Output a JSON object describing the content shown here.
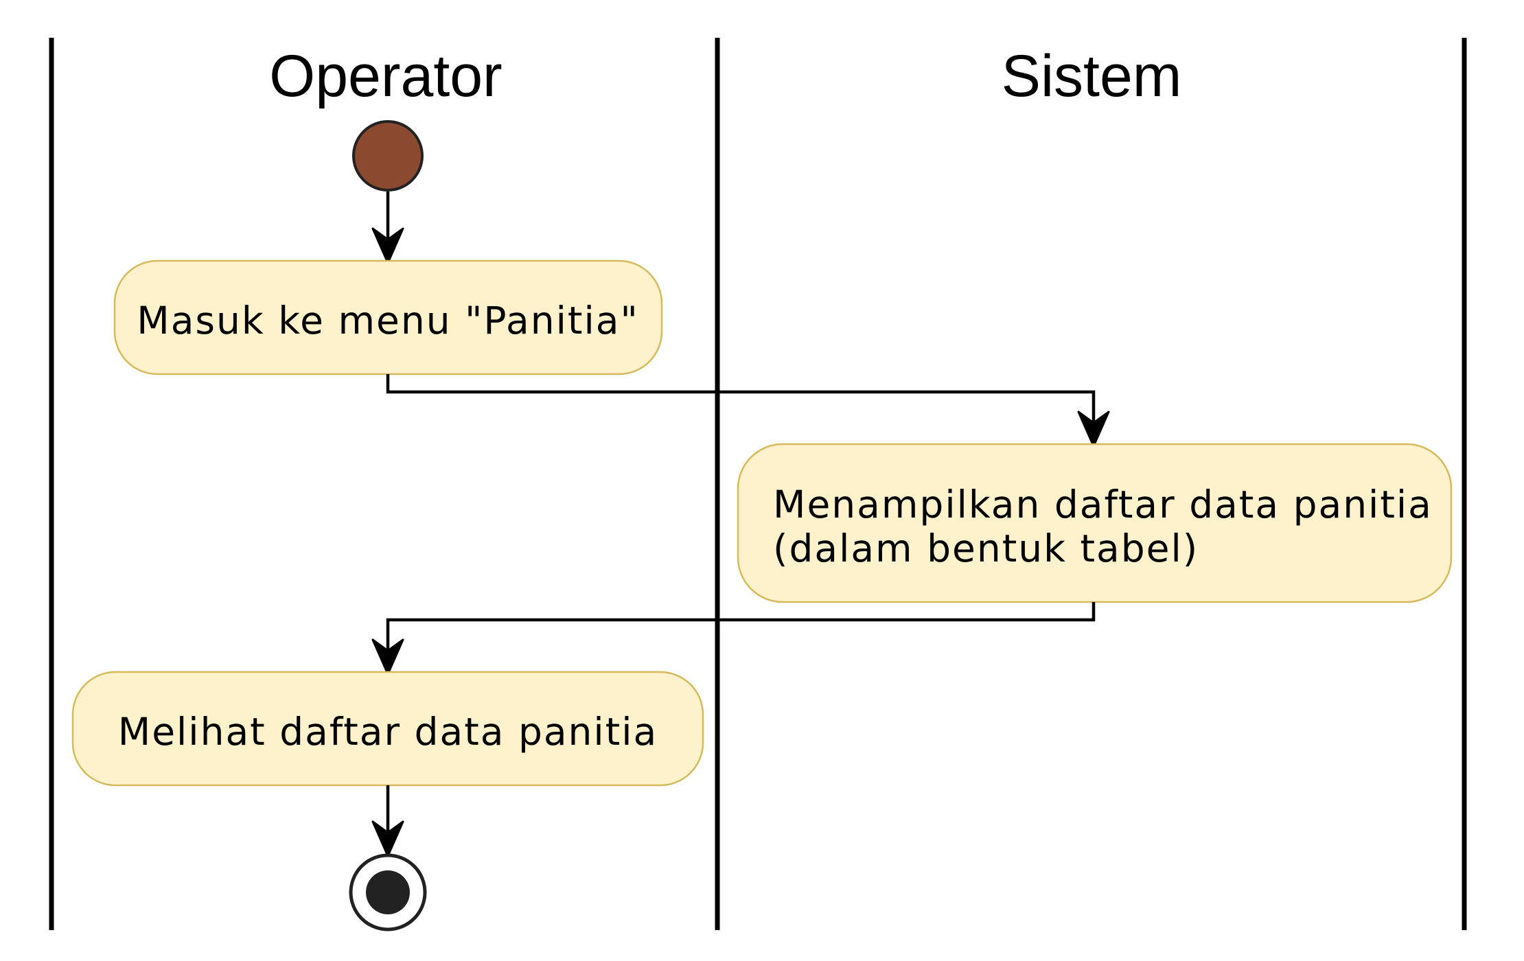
{
  "swimlanes": [
    {
      "id": "operator",
      "title": "Operator"
    },
    {
      "id": "sistem",
      "title": "Sistem"
    }
  ],
  "activities": [
    {
      "id": "masuk",
      "lane": "operator",
      "lines": [
        "Masuk ke menu \"Panitia\""
      ]
    },
    {
      "id": "menampilkan",
      "lane": "sistem",
      "lines": [
        "Menampilkan daftar data panitia",
        "(dalam bentuk tabel)"
      ]
    },
    {
      "id": "melihat",
      "lane": "operator",
      "lines": [
        "Melihat daftar data panitia"
      ]
    }
  ],
  "colors": {
    "activity_fill": "#fef2cd",
    "activity_border": "#d6b95a",
    "start_node": "#8b4a30",
    "end_node": "#222222",
    "line": "#000000"
  }
}
